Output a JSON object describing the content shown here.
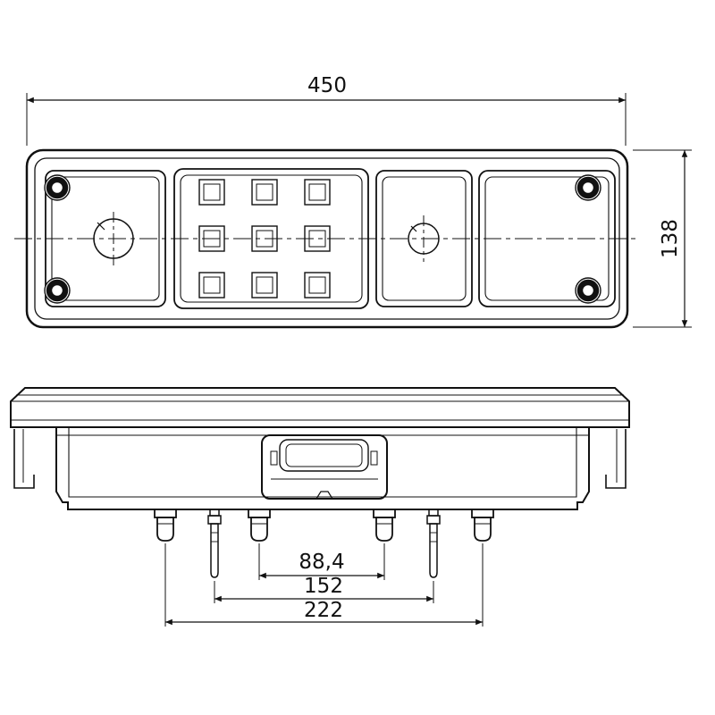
{
  "dimensions": {
    "overall_width": "450",
    "overall_height": "138",
    "stud_spacing_inner": "88,4",
    "stud_spacing_middle": "152",
    "stud_spacing_outer": "222"
  }
}
